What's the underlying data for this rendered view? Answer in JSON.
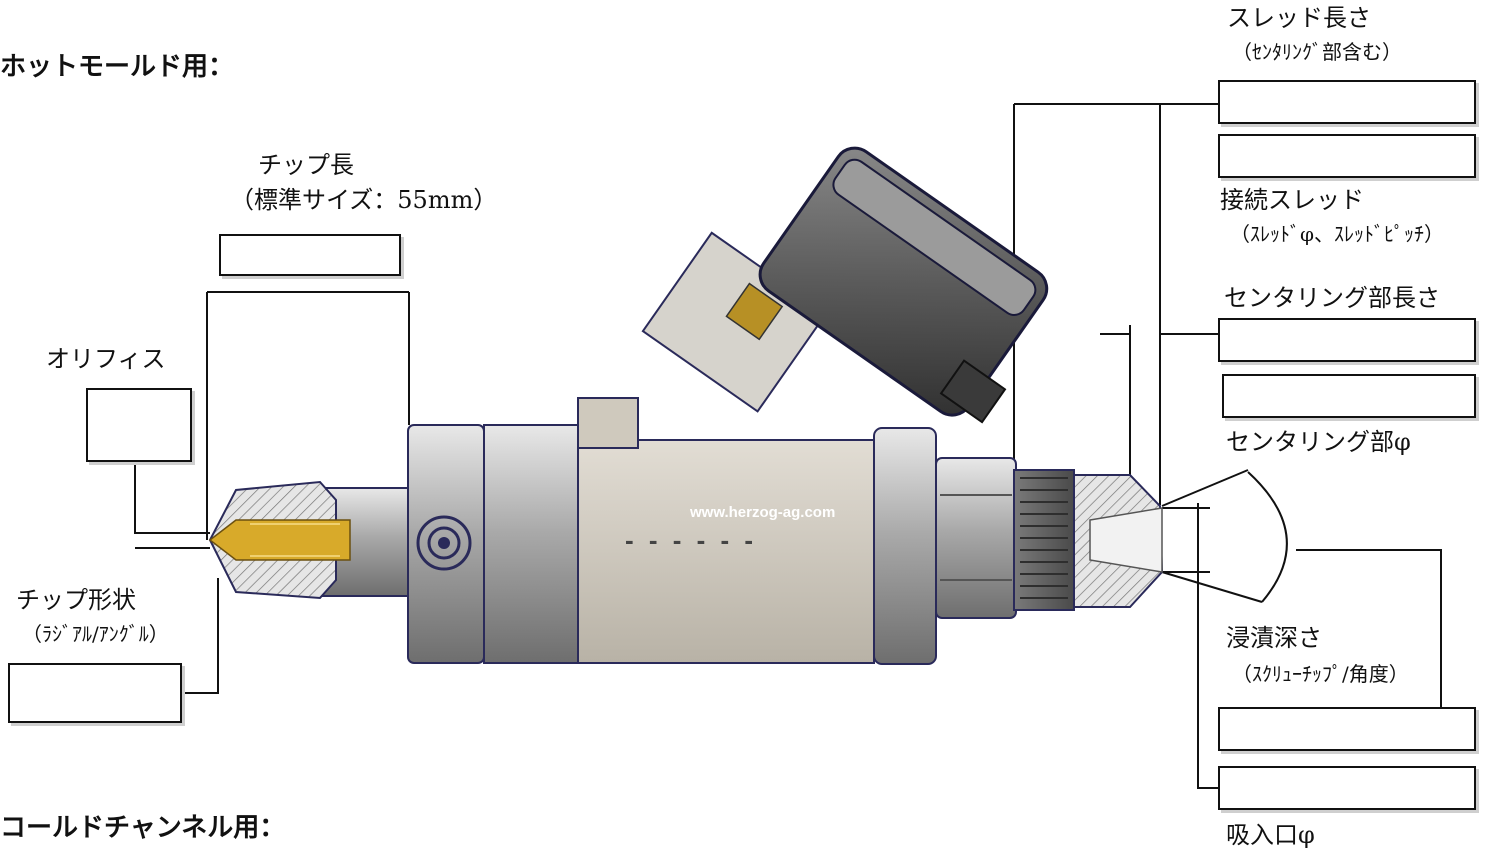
{
  "headings": {
    "hot": "ホットモールド用：",
    "cold": "コールドチャンネル用："
  },
  "nozzle": {
    "url": "www.herzog-ag.com",
    "dashes": "- - - - - -"
  },
  "labels": {
    "tip_length_title": "チップ長",
    "tip_length_sub": "（標準サイズ：55mm）",
    "orifice": "オリフィス",
    "tip_shape_title": "チップ形状",
    "tip_shape_sub": "（ﾗｼﾞｱﾙ/ｱﾝｸﾞﾙ）",
    "thread_length_title": "スレッド長さ",
    "thread_length_sub": "（ｾﾝﾀﾘﾝｸﾞ部含む）",
    "connection_thread_title": "接続スレッド",
    "connection_thread_sub": "（ｽﾚｯﾄﾞφ、ｽﾚｯﾄﾞﾋﾟｯﾁ）",
    "centering_length": "センタリング部長さ",
    "centering_dia": "センタリング部φ",
    "immersion_title": "浸漬深さ",
    "immersion_sub": "（ｽｸﾘｭｰﾁｯﾌﾟ/角度）",
    "inlet_dia": "吸入口φ"
  }
}
